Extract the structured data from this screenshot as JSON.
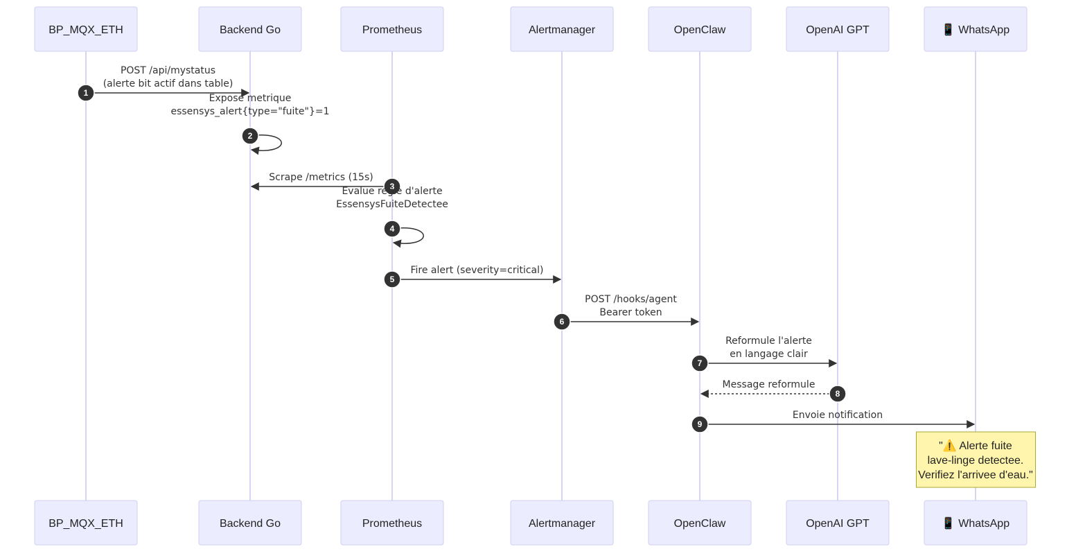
{
  "actors": [
    {
      "id": "bp",
      "label": "BP_MQX_ETH"
    },
    {
      "id": "backend",
      "label": "Backend Go"
    },
    {
      "id": "prom",
      "label": "Prometheus"
    },
    {
      "id": "am",
      "label": "Alertmanager"
    },
    {
      "id": "openclaw",
      "label": "OpenClaw"
    },
    {
      "id": "gpt",
      "label": "OpenAI GPT"
    },
    {
      "id": "whatsapp",
      "label": "📱 WhatsApp"
    }
  ],
  "messages": [
    {
      "number": "1",
      "from": "bp",
      "to": "backend",
      "style": "solid",
      "lines": [
        "POST /api/mystatus",
        "(alerte bit actif dans table)"
      ]
    },
    {
      "number": "2",
      "from": "backend",
      "to": "backend",
      "style": "solid",
      "lines": [
        "Expose metrique",
        "essensys_alert{type=\"fuite\"}=1"
      ]
    },
    {
      "number": "3",
      "from": "prom",
      "to": "backend",
      "style": "solid",
      "lines": [
        "Scrape /metrics (15s)"
      ]
    },
    {
      "number": "4",
      "from": "prom",
      "to": "prom",
      "style": "solid",
      "lines": [
        "Evalue regle d'alerte",
        "EssensysFuiteDetectee"
      ]
    },
    {
      "number": "5",
      "from": "prom",
      "to": "am",
      "style": "solid",
      "lines": [
        "Fire alert (severity=critical)"
      ]
    },
    {
      "number": "6",
      "from": "am",
      "to": "openclaw",
      "style": "solid",
      "lines": [
        "POST /hooks/agent",
        "Bearer token"
      ]
    },
    {
      "number": "7",
      "from": "openclaw",
      "to": "gpt",
      "style": "solid",
      "lines": [
        "Reformule l'alerte",
        "en langage clair"
      ]
    },
    {
      "number": "8",
      "from": "gpt",
      "to": "openclaw",
      "style": "dashed",
      "lines": [
        "Message reformule"
      ]
    },
    {
      "number": "9",
      "from": "openclaw",
      "to": "whatsapp",
      "style": "solid",
      "lines": [
        "Envoie notification"
      ]
    }
  ],
  "note": {
    "over": "whatsapp",
    "lines": [
      "\"⚠️ Alerte fuite",
      "lave-linge detectee.",
      "Verifiez l'arrivee d'eau.\""
    ]
  },
  "colors": {
    "actor_fill": "#ececff",
    "actor_stroke": "#cfcff0",
    "lifeline": "#d6d4f5",
    "arrow": "#333333",
    "note_fill": "#fff5ad",
    "note_stroke": "#aaaa33"
  }
}
